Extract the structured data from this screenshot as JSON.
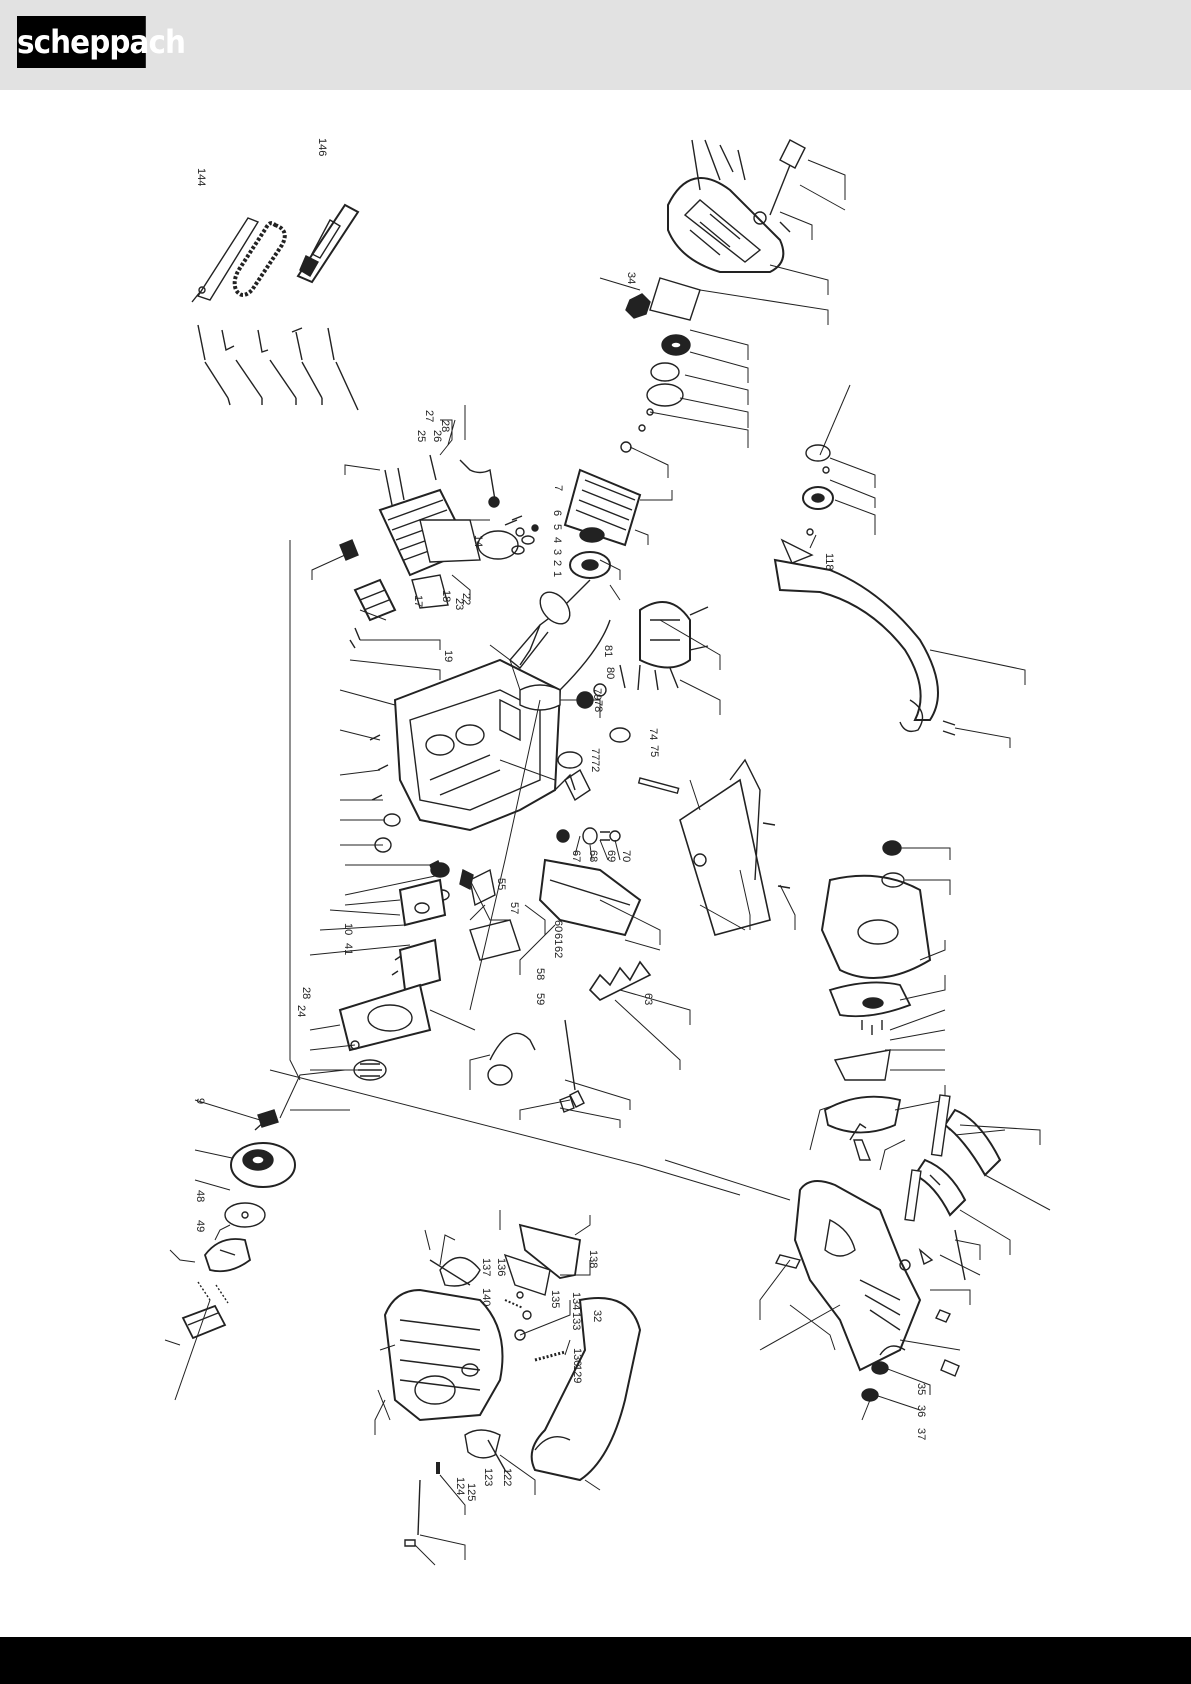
{
  "header": {
    "logo_text": "scheppach",
    "background": "#e2e2e2",
    "logo_background": "#000000"
  },
  "diagram": {
    "title": "",
    "part_labels": [
      "144",
      "146",
      "28",
      "27",
      "26",
      "25",
      "7",
      "6",
      "5",
      "4",
      "3",
      "2",
      "1",
      "14",
      "23",
      "22",
      "17",
      "18",
      "19",
      "81",
      "80",
      "79",
      "78",
      "74",
      "75",
      "77",
      "72",
      "67",
      "68",
      "69",
      "70",
      "55",
      "57",
      "60",
      "61",
      "62",
      "58",
      "59",
      "63",
      "10",
      "41",
      "28",
      "24",
      "34",
      "9",
      "48",
      "49",
      "118",
      "34",
      "137",
      "136",
      "135",
      "138",
      "134",
      "133",
      "130",
      "129",
      "32",
      "140",
      "124",
      "123",
      "122",
      "125",
      "35",
      "36",
      "37"
    ]
  },
  "footer": {
    "background": "#000000"
  }
}
